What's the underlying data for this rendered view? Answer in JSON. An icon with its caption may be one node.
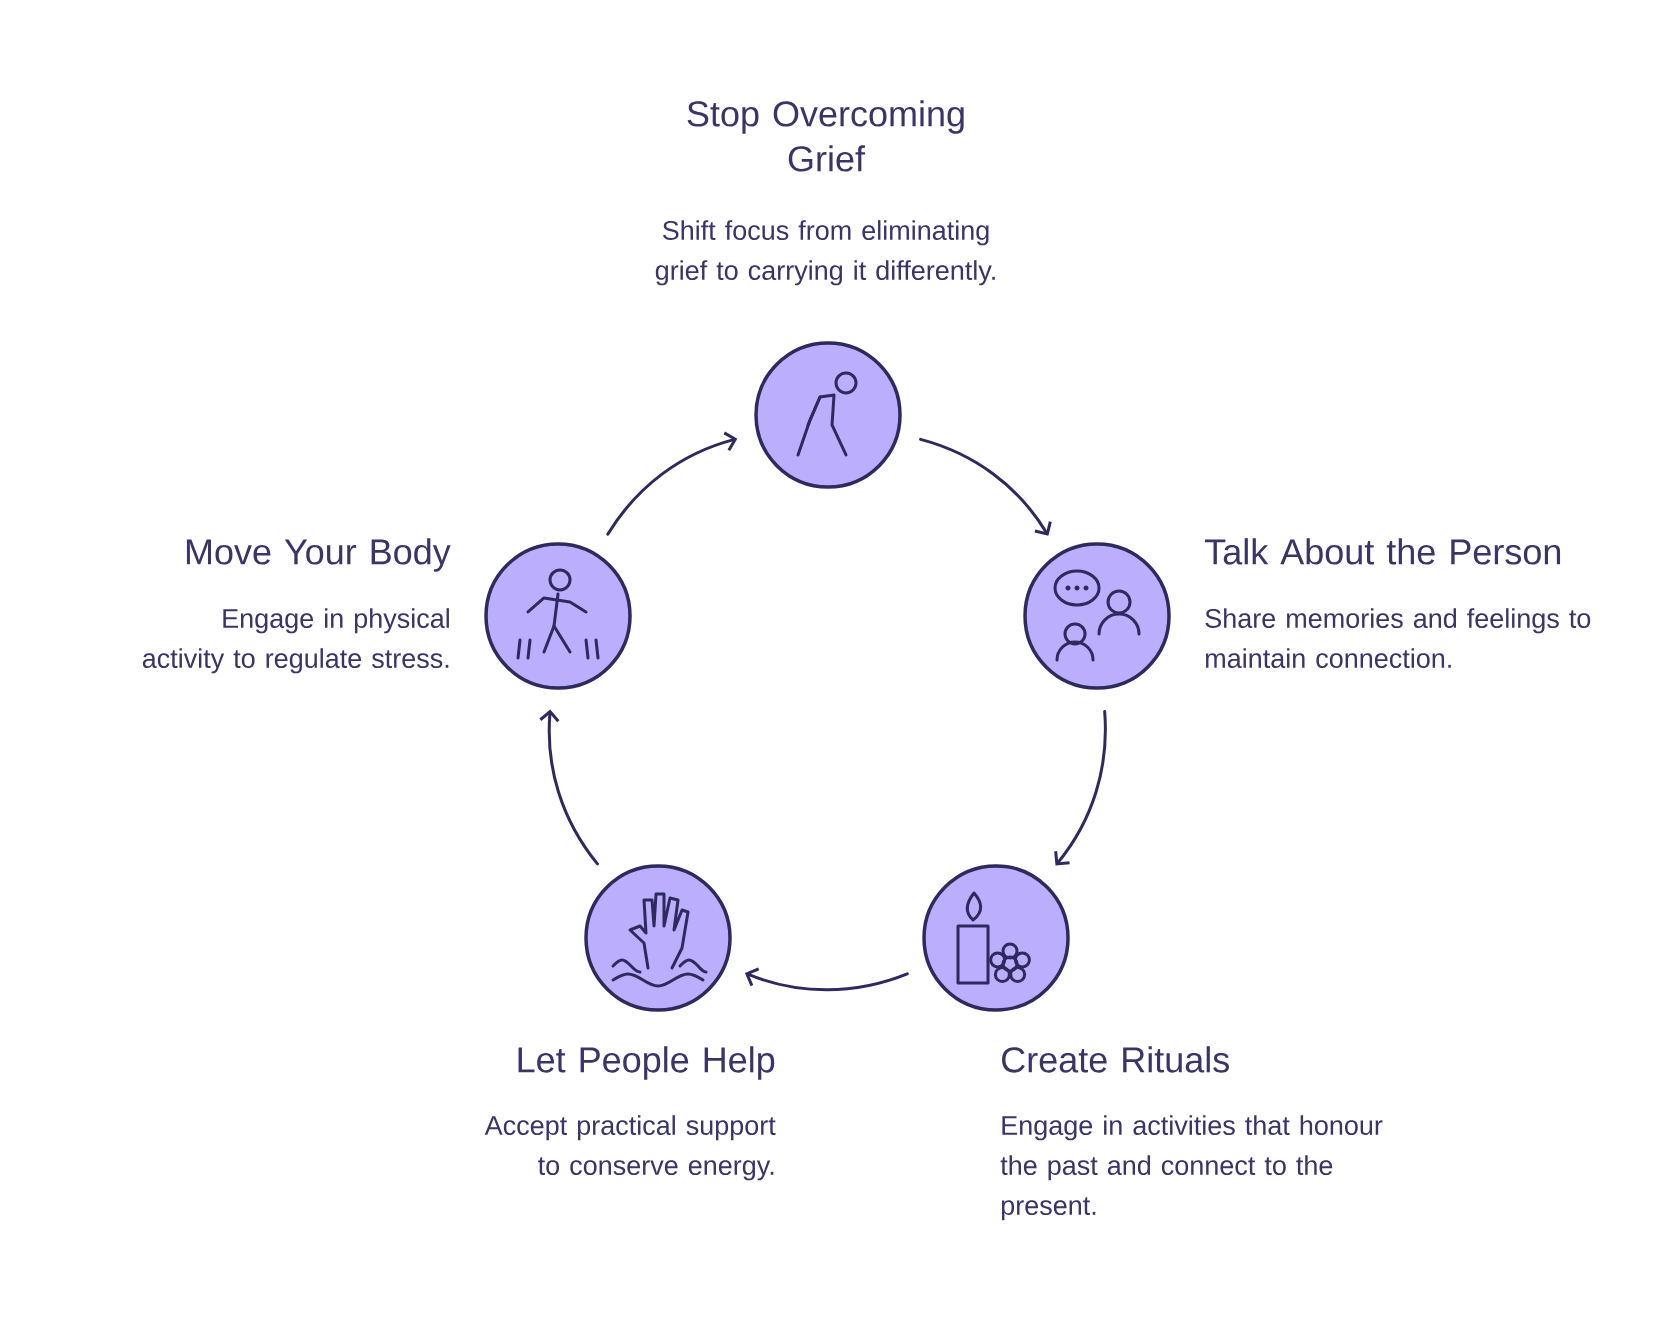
{
  "diagram": {
    "nodes": [
      {
        "text": [
          "Stop Overcoming Grief",
          "Shift focus from eliminating grief to carrying it differently."
        ]
      },
      {
        "text": [
          "Talk About the Person",
          "Share memories and feelings to maintain connection."
        ]
      },
      {
        "text": [
          "Create Rituals",
          "Engage in activities that honour the past and connect to the present."
        ]
      },
      {
        "text": [
          "Let People Help",
          "Accept practical support to conserve energy."
        ]
      },
      {
        "text": [
          "Move Your Body",
          "Engage in physical activity to regulate stress."
        ]
      }
    ],
    "edges": [
      {
        "from": 0,
        "to": 1,
        "arrow": "to"
      },
      {
        "from": 1,
        "to": 2,
        "arrow": "to"
      },
      {
        "from": 2,
        "to": 3,
        "arrow": "to"
      },
      {
        "from": 3,
        "to": 4,
        "arrow": "to"
      },
      {
        "from": 4,
        "to": 0,
        "arrow": "to"
      }
    ]
  }
}
